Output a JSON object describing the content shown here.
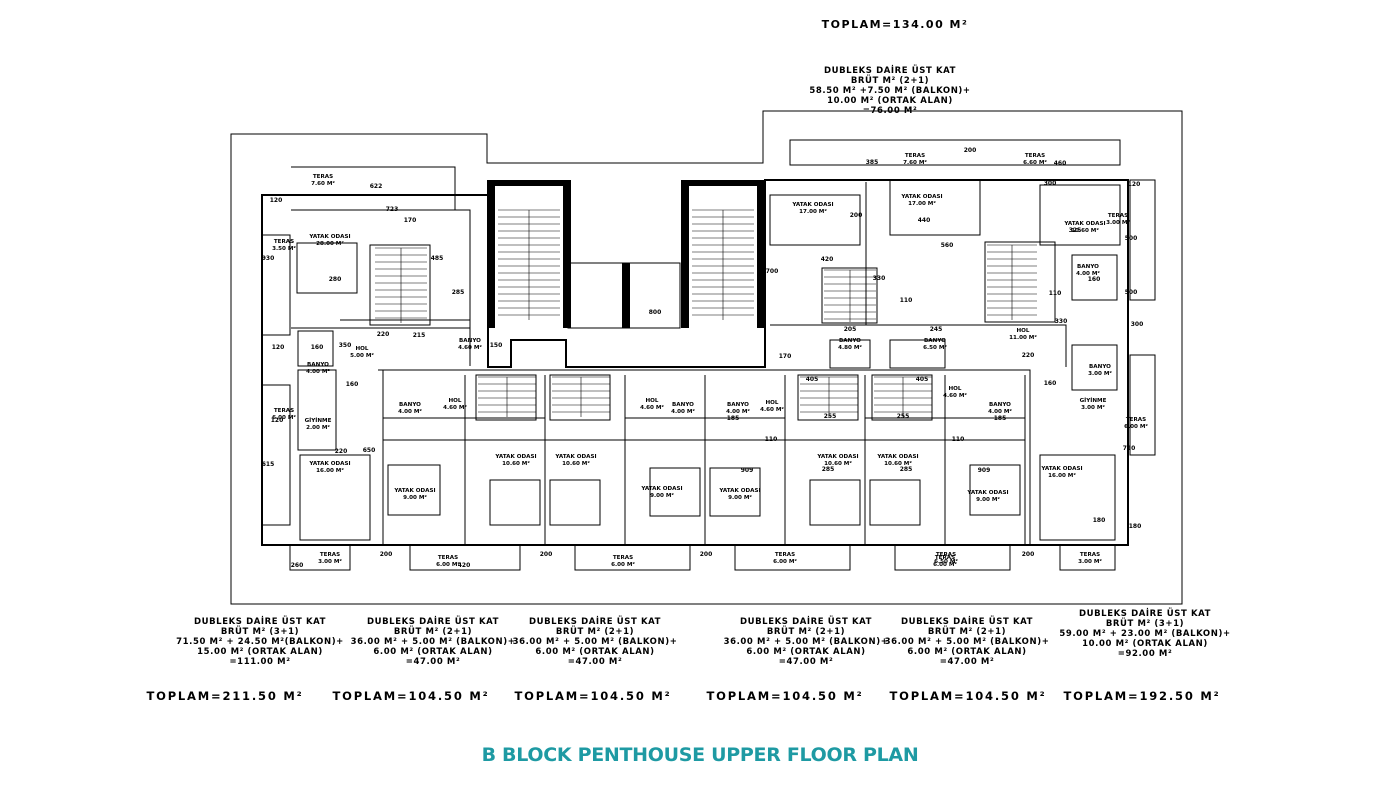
{
  "title": "B BLOCK PENTHOUSE UPPER FLOOR PLAN",
  "top_total": "TOPLAM=134.00 M²",
  "top_unit": {
    "lines": [
      "DUBLEKS DAİRE ÜST KAT",
      "BRÜT M² (2+1)",
      "58.50 M² +7.50 M² (BALKON)+",
      "10.00 M² (ORTAK ALAN)",
      "=76.00 M²"
    ]
  },
  "units": [
    {
      "lines": [
        "DUBLEKS DAİRE ÜST KAT",
        "BRÜT M² (3+1)",
        "71.50 M² + 24.50 M²(BALKON)+",
        "15.00 M² (ORTAK ALAN)",
        "=111.00 M²"
      ],
      "total": "TOPLAM=211.50 M²"
    },
    {
      "lines": [
        "DUBLEKS DAİRE ÜST KAT",
        "BRÜT M² (2+1)",
        "36.00 M² + 5.00 M² (BALKON)+",
        "6.00 M² (ORTAK ALAN)",
        "=47.00 M²"
      ],
      "total": "TOPLAM=104.50 M²"
    },
    {
      "lines": [
        "DUBLEKS DAİRE ÜST KAT",
        "BRÜT M² (2+1)",
        "36.00 M² + 5.00 M² (BALKON)+",
        "6.00 M² (ORTAK ALAN)",
        "=47.00 M²"
      ],
      "total": "TOPLAM=104.50 M²"
    },
    {
      "lines": [
        "DUBLEKS DAİRE ÜST KAT",
        "BRÜT M² (2+1)",
        "36.00 M² + 5.00 M² (BALKON)+",
        "6.00 M² (ORTAK ALAN)",
        "=47.00 M²"
      ],
      "total": "TOPLAM=104.50 M²"
    },
    {
      "lines": [
        "DUBLEKS DAİRE ÜST KAT",
        "BRÜT M² (2+1)",
        "36.00 M² + 5.00 M² (BALKON)+",
        "6.00 M² (ORTAK ALAN)",
        "=47.00 M²"
      ],
      "total": "TOPLAM=104.50 M²"
    },
    {
      "lines": [
        "DUBLEKS DAİRE ÜST KAT",
        "BRÜT M² (3+1)",
        "59.00 M² + 23.00 M² (BALKON)+",
        "10.00 M² (ORTAK ALAN)",
        "=92.00 M²"
      ],
      "total": "TOPLAM=192.50 M²"
    }
  ],
  "plan": {
    "rooms": [
      {
        "name": "TERAS",
        "area": "7.60 M²"
      },
      {
        "name": "YATAK ODASI",
        "area": "28.00 M²"
      },
      {
        "name": "BANYO",
        "area": "4.00 M²"
      },
      {
        "name": "GİYİNME",
        "area": "2.00 M²"
      },
      {
        "name": "YATAK ODASI",
        "area": "16.00 M²"
      },
      {
        "name": "HOL",
        "area": "5.00 M²"
      },
      {
        "name": "BANYO",
        "area": "4.60 M²"
      },
      {
        "name": "YATAK ODASI",
        "area": "17.00 M²"
      },
      {
        "name": "YATAK ODASI",
        "area": "17.00 M²"
      },
      {
        "name": "BANYO",
        "area": "4.80 M²"
      },
      {
        "name": "BANYO",
        "area": "6.50 M²"
      },
      {
        "name": "HOL",
        "area": "11.00 M²"
      },
      {
        "name": "YATAK ODASI",
        "area": "10.60 M²"
      },
      {
        "name": "TERAS",
        "area": "7.60 M²"
      },
      {
        "name": "TERAS",
        "area": "6.60 M²"
      },
      {
        "name": "BANYO",
        "area": "4.00 M²"
      },
      {
        "name": "BANYO",
        "area": "3.00 M²"
      },
      {
        "name": "GİYİNME",
        "area": "3.00 M²"
      },
      {
        "name": "YATAK ODASI",
        "area": "16.00 M²"
      },
      {
        "name": "YATAK ODASI",
        "area": "9.00 M²"
      },
      {
        "name": "YATAK ODASI",
        "area": "10.60 M²"
      },
      {
        "name": "YATAK ODASI",
        "area": "10.60 M²"
      },
      {
        "name": "YATAK ODASI",
        "area": "9.00 M²"
      },
      {
        "name": "YATAK ODASI",
        "area": "9.00 M²"
      },
      {
        "name": "YATAK ODASI",
        "area": "10.60 M²"
      },
      {
        "name": "YATAK ODASI",
        "area": "10.60 M²"
      },
      {
        "name": "YATAK ODASI",
        "area": "9.00 M²"
      },
      {
        "name": "BANYO",
        "area": "4.00 M²"
      },
      {
        "name": "HOL",
        "area": "4.60 M²"
      },
      {
        "name": "HOL",
        "area": "4.60 M²"
      },
      {
        "name": "BANYO",
        "area": "4.00 M²"
      },
      {
        "name": "BANYO",
        "area": "4.00 M²"
      },
      {
        "name": "HOL",
        "area": "4.60 M²"
      },
      {
        "name": "HOL",
        "area": "4.60 M²"
      },
      {
        "name": "BANYO",
        "area": "4.00 M²"
      },
      {
        "name": "TERAS",
        "area": "3.00 M²"
      },
      {
        "name": "TERAS",
        "area": "6.00 M²"
      },
      {
        "name": "TERAS",
        "area": "6.00 M²"
      },
      {
        "name": "TERAS",
        "area": "6.00 M²"
      },
      {
        "name": "TERAS",
        "area": "6.00 M²"
      },
      {
        "name": "TERAS",
        "area": "3.00 M²"
      },
      {
        "name": "TERAS",
        "area": "3.50 M²"
      },
      {
        "name": "TERAS",
        "area": "6.00 M²"
      },
      {
        "name": "TERAS",
        "area": "6.50 M²"
      },
      {
        "name": "TERAS",
        "area": "6.00 M²"
      },
      {
        "name": "TERAS",
        "area": "3.00 M²"
      }
    ],
    "dimensions": [
      "622",
      "723",
      "120",
      "170",
      "485",
      "280",
      "285",
      "220",
      "215",
      "150",
      "160",
      "350",
      "160",
      "120",
      "220",
      "650",
      "615",
      "930",
      "200",
      "420",
      "200",
      "800",
      "200",
      "260",
      "700",
      "385",
      "205",
      "245",
      "330",
      "110",
      "170",
      "440",
      "200",
      "460",
      "300",
      "325",
      "110",
      "160",
      "220",
      "160",
      "420",
      "200",
      "120",
      "500",
      "300",
      "720",
      "200",
      "180",
      "330",
      "560",
      "405",
      "405",
      "185",
      "185",
      "255",
      "255",
      "110",
      "110",
      "285",
      "285",
      "909",
      "909",
      "180",
      "120",
      "500"
    ]
  }
}
